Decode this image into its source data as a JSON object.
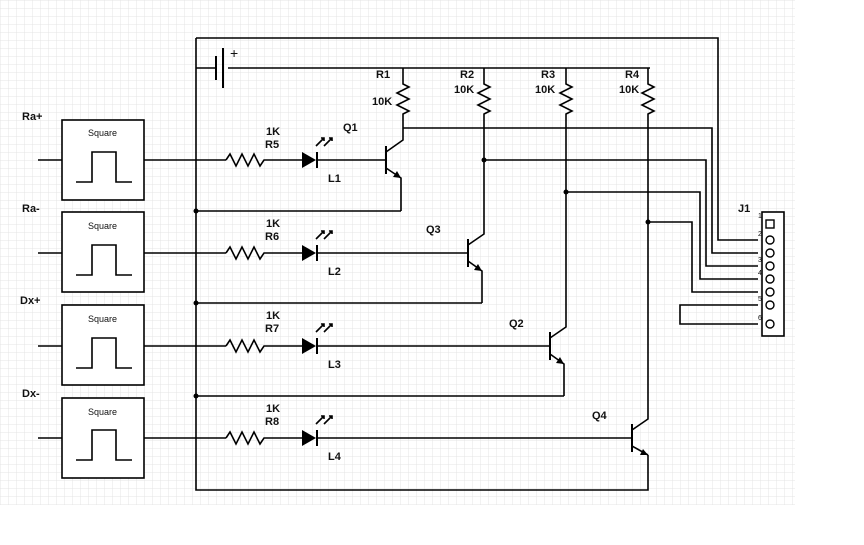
{
  "inputs": [
    {
      "label": "Ra+",
      "source": "Square"
    },
    {
      "label": "Ra-",
      "source": "Square"
    },
    {
      "label": "Dx+",
      "source": "Square"
    },
    {
      "label": "Dx-",
      "source": "Square"
    }
  ],
  "resistors_series": [
    {
      "ref": "R5",
      "value": "1K"
    },
    {
      "ref": "R6",
      "value": "1K"
    },
    {
      "ref": "R7",
      "value": "1K"
    },
    {
      "ref": "R8",
      "value": "1K"
    }
  ],
  "leds": [
    "L1",
    "L2",
    "L3",
    "L4"
  ],
  "transistors": [
    "Q1",
    "Q3",
    "Q2",
    "Q4"
  ],
  "pullups": [
    {
      "ref": "R1",
      "value": "10K"
    },
    {
      "ref": "R2",
      "value": "10K"
    },
    {
      "ref": "R3",
      "value": "10K"
    },
    {
      "ref": "R4",
      "value": "10K"
    }
  ],
  "battery_sign": "+",
  "connector": {
    "ref": "J1",
    "pins": [
      "1",
      "2",
      "3",
      "4",
      "5",
      "6"
    ]
  }
}
